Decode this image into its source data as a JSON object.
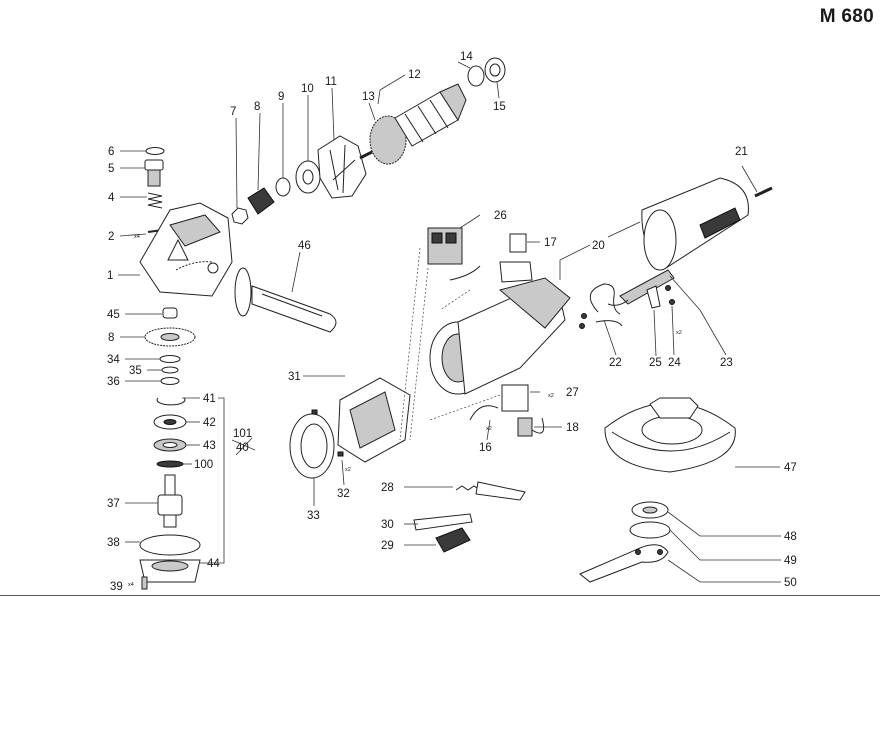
{
  "header": {
    "model": "M 680"
  },
  "labels": [
    "1",
    "2",
    "4",
    "5",
    "6",
    "7",
    "8",
    "9",
    "10",
    "11",
    "12",
    "13",
    "14",
    "15",
    "16",
    "17",
    "18",
    "20",
    "21",
    "22",
    "23",
    "24",
    "25",
    "26",
    "27",
    "28",
    "29",
    "30",
    "31",
    "32",
    "33",
    "34",
    "35",
    "36",
    "37",
    "38",
    "39",
    "40",
    "41",
    "42",
    "43",
    "44",
    "45",
    "46",
    "47",
    "48",
    "49",
    "50",
    "100",
    "101"
  ],
  "quantity_marks": [
    "x4",
    "x2",
    "x2",
    "x2",
    "x2",
    "x4"
  ]
}
